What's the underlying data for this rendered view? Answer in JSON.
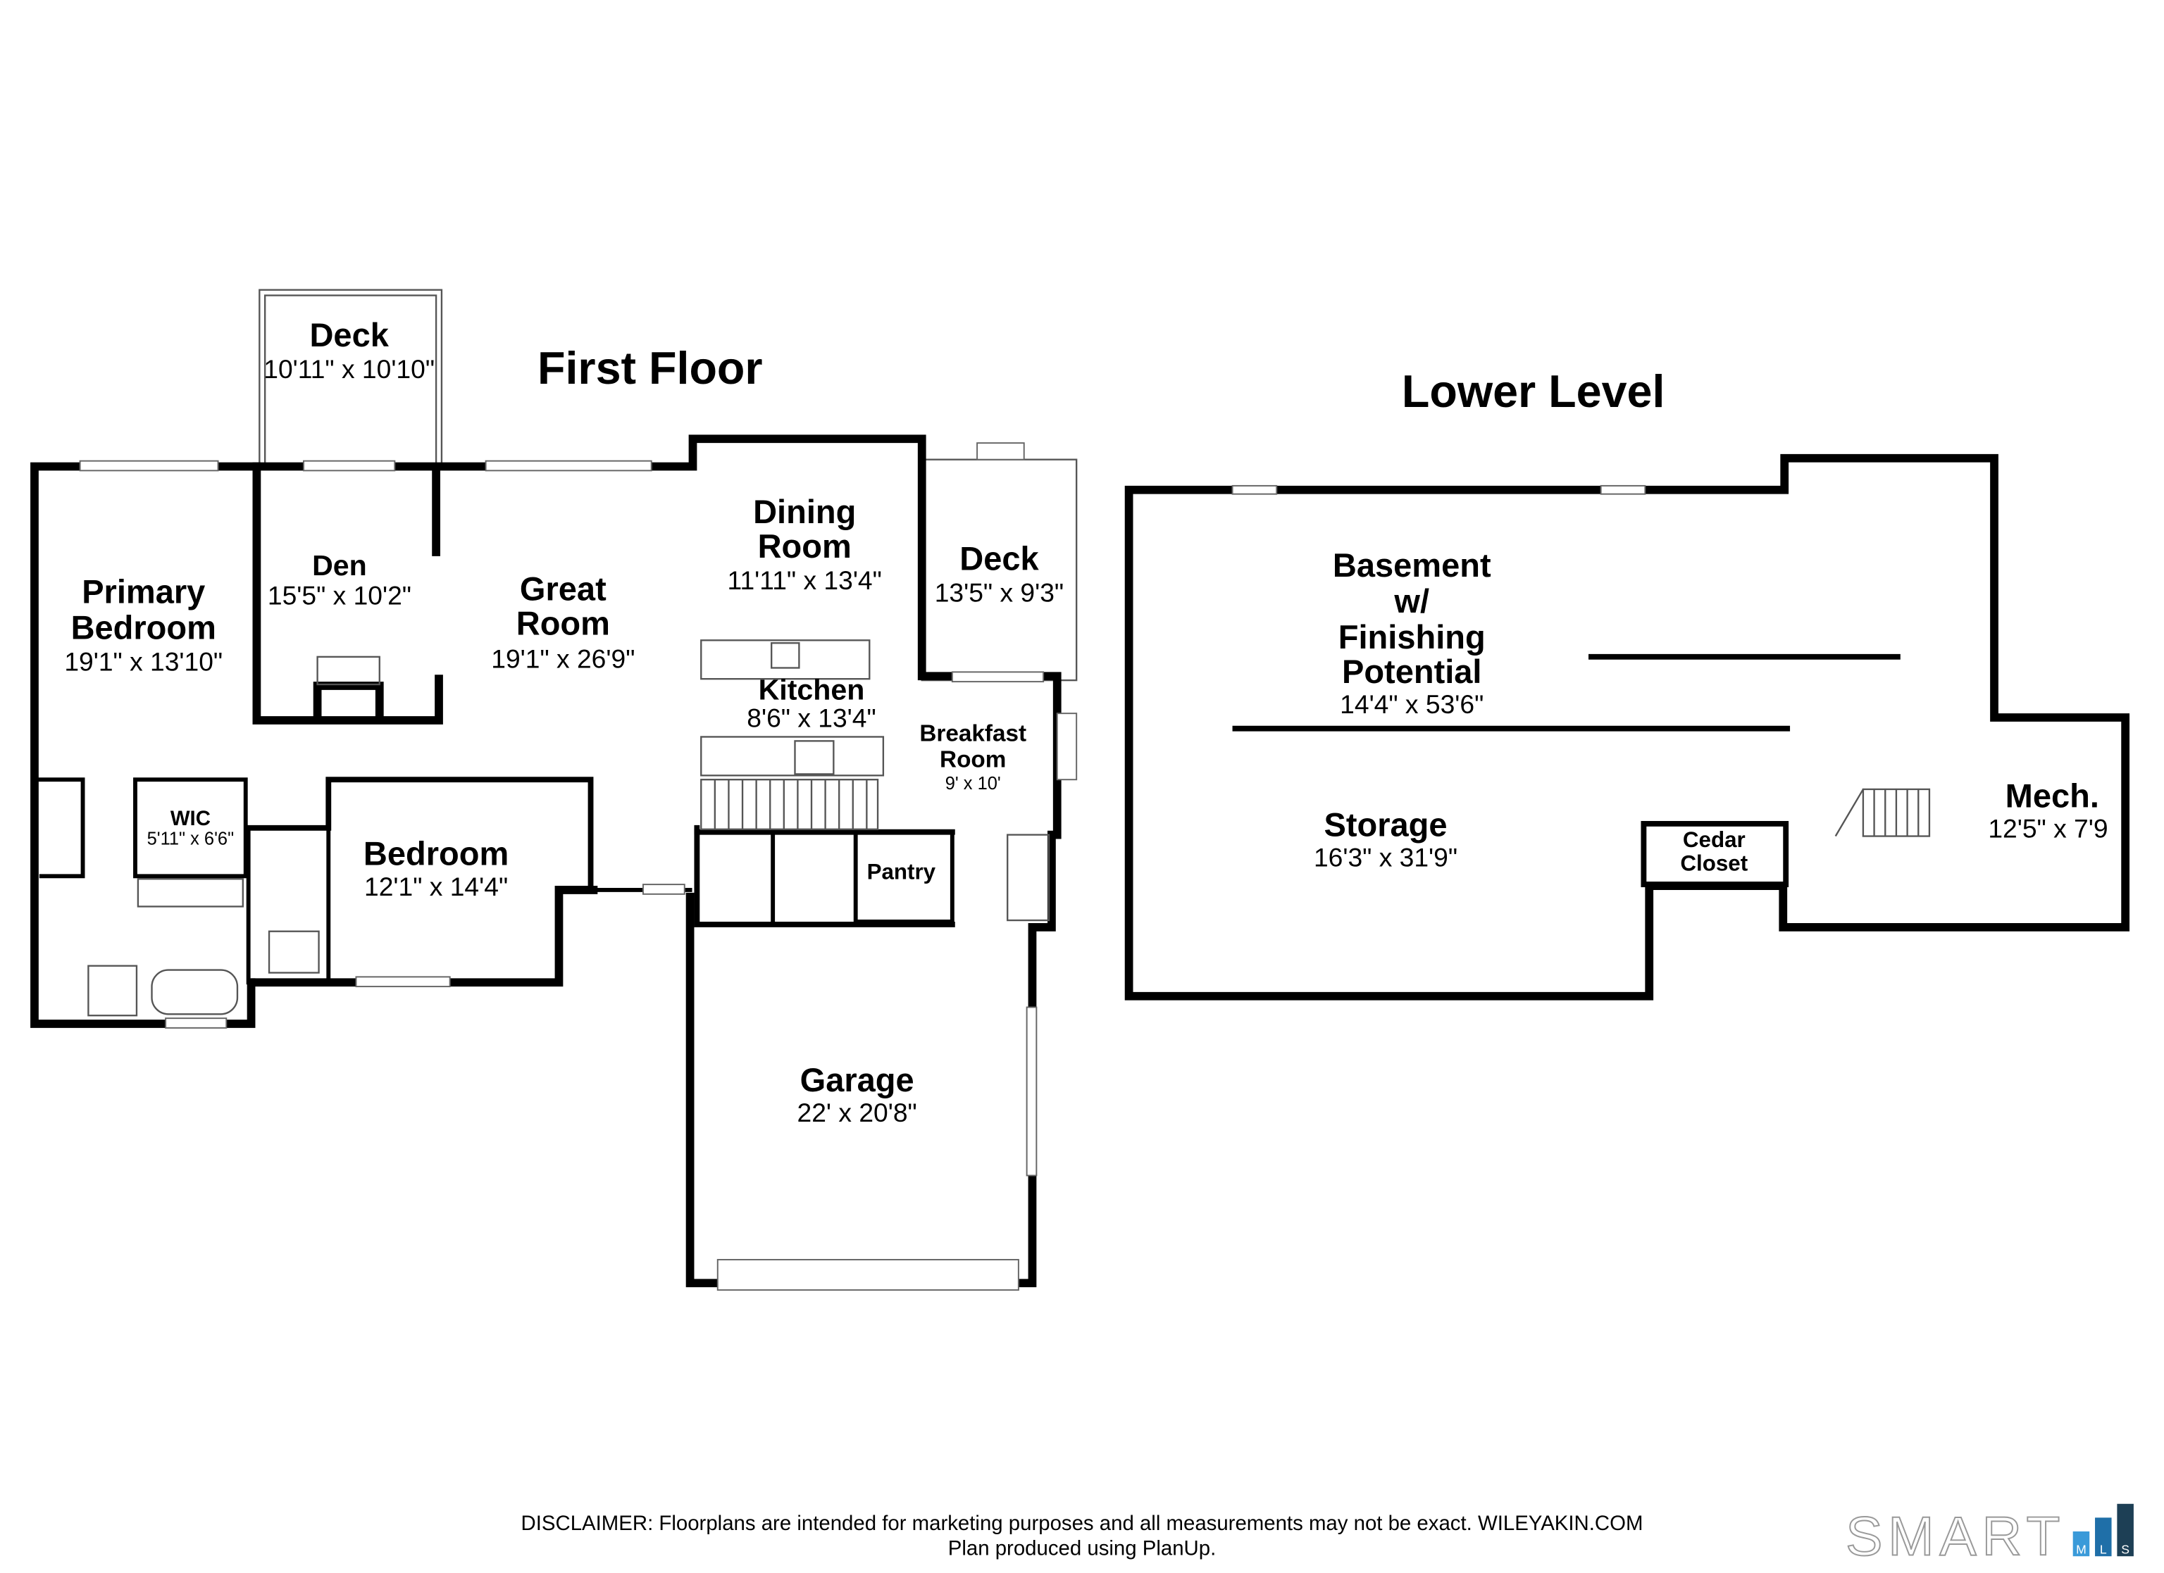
{
  "first_floor": {
    "title": "First Floor",
    "rooms": {
      "deck_top": {
        "name": "Deck",
        "dims": "10'11\" x 10'10\""
      },
      "primary_bedroom": {
        "name1": "Primary",
        "name2": "Bedroom",
        "dims": "19'1\" x 13'10\""
      },
      "den": {
        "name": "Den",
        "dims": "15'5\" x 10'2\""
      },
      "great_room": {
        "name1": "Great",
        "name2": "Room",
        "dims": "19'1\" x 26'9\""
      },
      "dining_room": {
        "name1": "Dining",
        "name2": "Room",
        "dims": "11'11\" x 13'4\""
      },
      "deck_right": {
        "name": "Deck",
        "dims": "13'5\" x 9'3\""
      },
      "kitchen": {
        "name": "Kitchen",
        "dims": "8'6\" x 13'4\""
      },
      "breakfast_room": {
        "name1": "Breakfast",
        "name2": "Room",
        "dims": "9' x 10'"
      },
      "wic": {
        "name": "WIC",
        "dims": "5'11\" x 6'6\""
      },
      "bedroom": {
        "name": "Bedroom",
        "dims": "12'1\" x 14'4\""
      },
      "pantry": {
        "name": "Pantry"
      },
      "garage": {
        "name": "Garage",
        "dims": "22' x 20'8\""
      }
    }
  },
  "lower_level": {
    "title": "Lower Level",
    "rooms": {
      "basement": {
        "name1": "Basement",
        "name2": "w/",
        "name3": "Finishing",
        "name4": "Potential",
        "dims": "14'4\" x 53'6\""
      },
      "storage": {
        "name": "Storage",
        "dims": "16'3\" x 31'9\""
      },
      "cedar_closet": {
        "name1": "Cedar",
        "name2": "Closet"
      },
      "mech": {
        "name": "Mech.",
        "dims": "12'5\" x 7'9"
      }
    }
  },
  "footer": {
    "disclaimer": "DISCLAIMER: Floorplans are intended for marketing purposes and all measurements may not be exact. WILEYAKIN.COM",
    "produced": "Plan produced using PlanUp.",
    "logo": "SMART",
    "logo_sub": [
      "M",
      "L",
      "S"
    ],
    "colors": {
      "m": "#3a9ad9",
      "l": "#1f6fa8",
      "s": "#1d3f55"
    }
  }
}
